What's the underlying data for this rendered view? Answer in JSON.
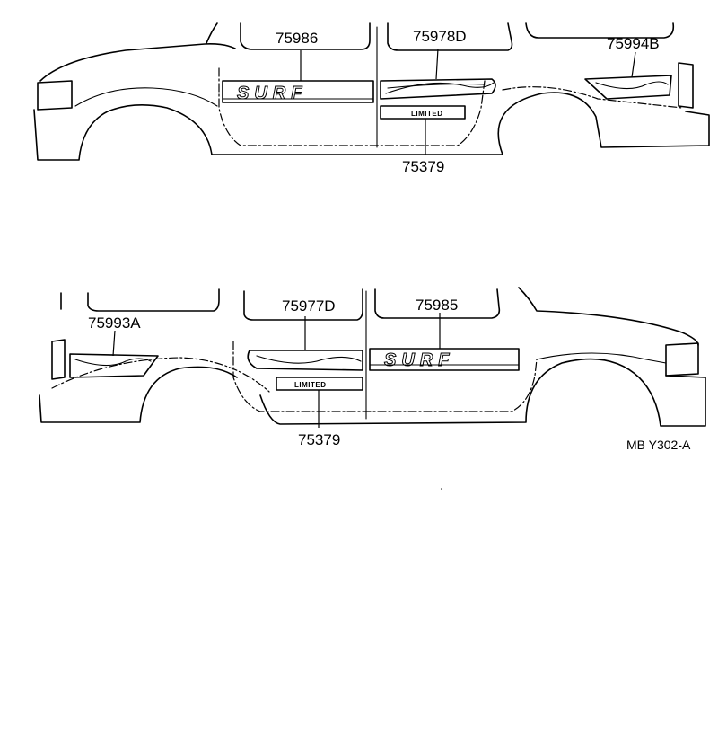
{
  "views": {
    "upper": {
      "part_labels": [
        "75986",
        "75978D",
        "75994B",
        "75379"
      ],
      "emblem_text": "SURF",
      "badge_text": "LIMITED"
    },
    "lower": {
      "part_labels": [
        "75977D",
        "75985",
        "75993A",
        "75379"
      ],
      "emblem_text": "SURF",
      "badge_text": "LIMITED"
    }
  },
  "drawing_code": "MB Y302-A"
}
